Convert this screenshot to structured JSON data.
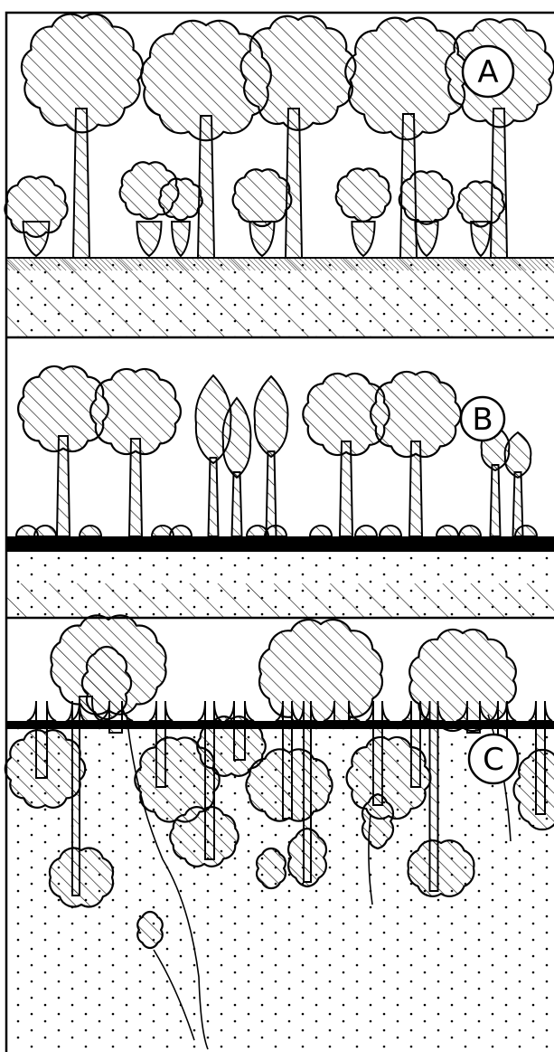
{
  "panels": [
    {
      "id": "panel-a",
      "label": "A"
    },
    {
      "id": "panel-b",
      "label": "B"
    },
    {
      "id": "panel-c",
      "label": "C"
    }
  ]
}
